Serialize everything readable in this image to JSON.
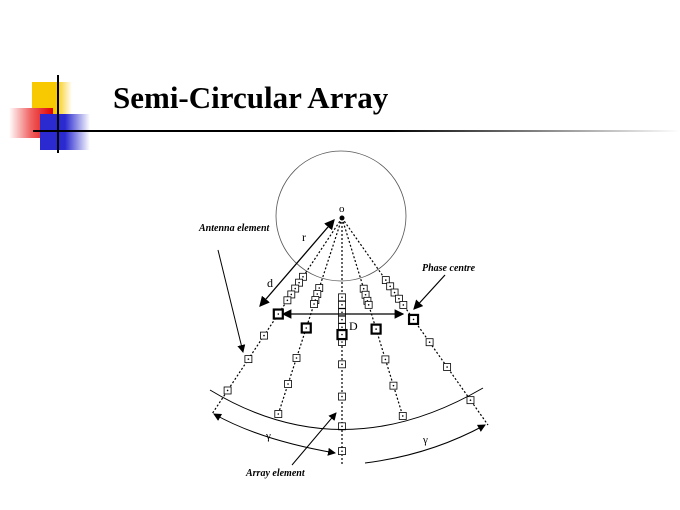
{
  "slide": {
    "title": "Semi-Circular Array"
  },
  "diagram": {
    "labels": {
      "origin": "o",
      "radius": "r",
      "spacing": "d",
      "diameter": "D",
      "antenna_element": "Antenna element",
      "phase_centre": "Phase centre",
      "array_element": "Array element",
      "gamma_left": "γ",
      "gamma_right": "γ"
    }
  }
}
